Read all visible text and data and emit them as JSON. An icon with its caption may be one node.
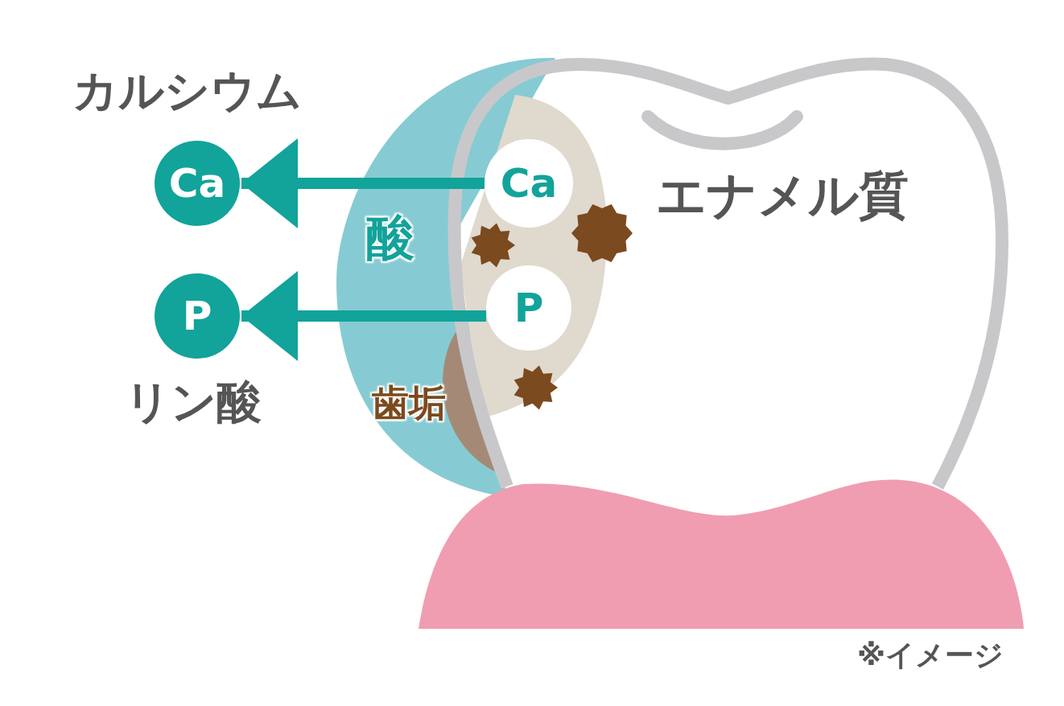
{
  "diagram": {
    "nodes": [
      {
        "text": [
          "Ca"
        ],
        "beside": [
          "カルシウム"
        ]
      },
      {
        "text": [
          "Ca"
        ]
      },
      {
        "text": [
          "P"
        ],
        "beside": [
          "リン酸"
        ]
      },
      {
        "text": [
          "P"
        ]
      }
    ],
    "edges": [
      {
        "from": 1,
        "to": 0,
        "arrow": "to"
      },
      {
        "from": 3,
        "to": 2,
        "arrow": "to"
      }
    ],
    "labels": [
      "酸",
      "エナメル質",
      "歯垢",
      "※イメージ"
    ]
  }
}
